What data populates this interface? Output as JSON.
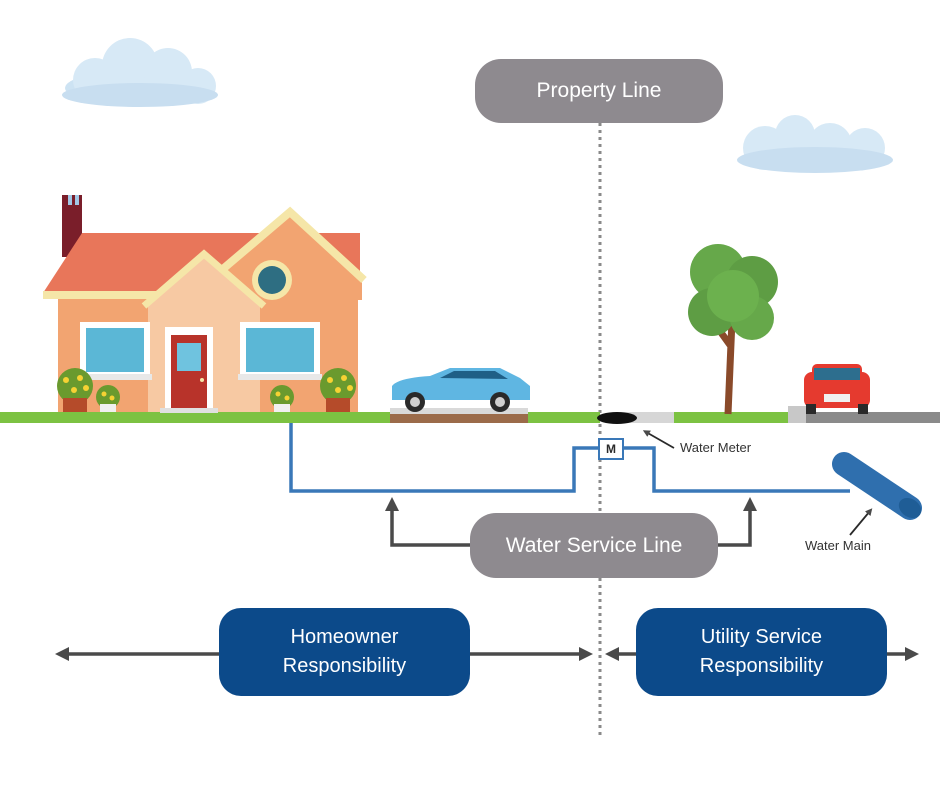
{
  "labels": {
    "property_line": "Property Line",
    "water_service_line": "Water Service Line",
    "water_meter": "Water Meter",
    "water_main": "Water Main",
    "meter_symbol": "M",
    "homeowner_line1": "Homeowner",
    "homeowner_line2": "Responsibility",
    "utility_line1": "Utility Service",
    "utility_line2": "Responsibility"
  },
  "colors": {
    "label_pill": "#8e8a8f",
    "responsibility_pill": "#0c4a8a",
    "service_pipe": "#3a78b8",
    "grass": "#7cc242",
    "house_wall": "#f0a070",
    "roof": "#e8765a",
    "arrows": "#4a4a4a"
  }
}
